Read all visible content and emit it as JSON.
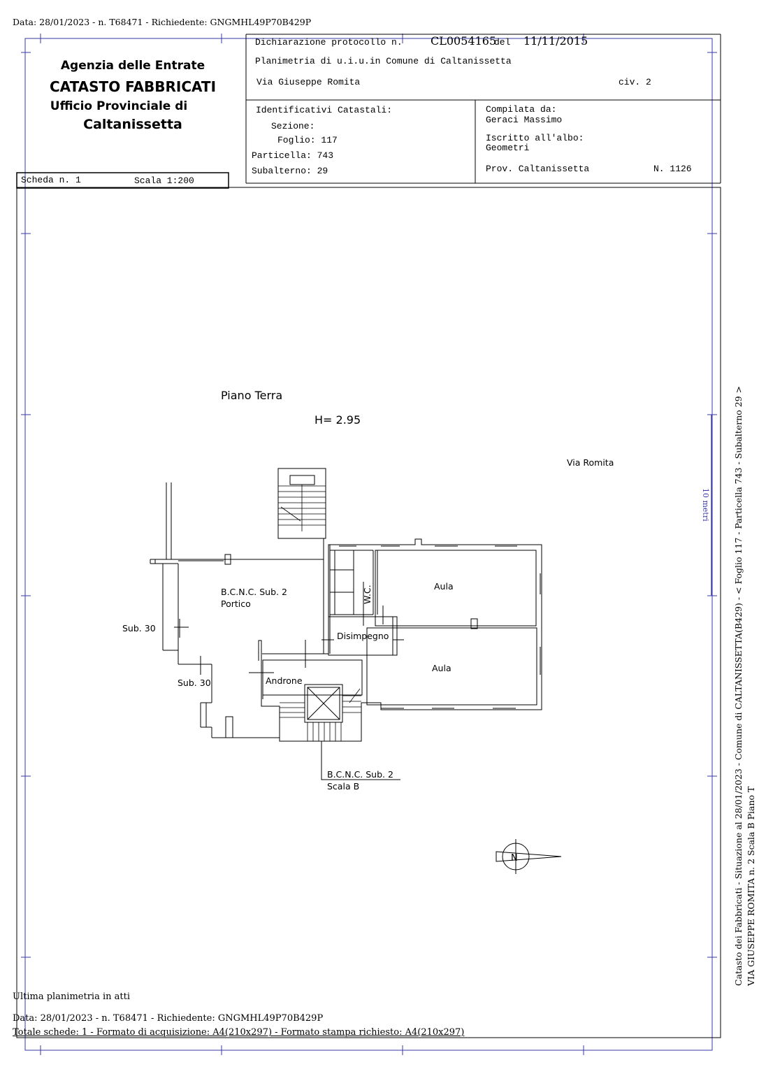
{
  "top_header": "Data: 28/01/2023 - n. T68471 - Richiedente: GNGMHL49P70B429P",
  "agency": {
    "line1": "Agenzia delle Entrate",
    "line2": "CATASTO FABBRICATI",
    "line3": "Ufficio Provinciale di",
    "line4": "Caltanissetta"
  },
  "scheda": {
    "label": "Scheda n. 1",
    "scale": "Scala 1:200"
  },
  "declaration": {
    "label": "Dichiarazione protocollo n.",
    "number": "CL0054165",
    "del": "del",
    "date": "11/11/2015",
    "planimetria": "Planimetria di u.i.u.in Comune di Caltanissetta",
    "address": "Via Giuseppe Romita",
    "civ": "civ. 2"
  },
  "identifiers": {
    "title": "Identificativi Catastali:",
    "sezione": "Sezione:",
    "foglio": "Foglio: 117",
    "particella": "Particella: 743",
    "subalterno": "Subalterno: 29"
  },
  "compiler": {
    "compilata_label": "Compilata da:",
    "name": "Geraci Massimo",
    "iscritto_label": "Iscritto all'albo:",
    "albo": "Geometri",
    "prov": "Prov. Caltanissetta",
    "number": "N. 1126"
  },
  "plan": {
    "floor": "Piano Terra",
    "height": "H= 2.95",
    "street": "Via Romita",
    "portico_line1": "B.C.N.C. Sub. 2",
    "portico_line2": "Portico",
    "sub30_a": "Sub. 30",
    "sub30_b": "Sub. 30",
    "wc": "W.C.",
    "aula1": "Aula",
    "aula2": "Aula",
    "disimpegno": "Disimpegno",
    "androne": "Androne",
    "scala_line1": "B.C.N.C. Sub. 2",
    "scala_line2": "Scala   B",
    "scale_bar": "10 metri"
  },
  "side_text": {
    "line1": "Catasto dei Fabbricati - Situazione al 28/01/2023 - Comune di CALTANISSETTA(B429) - < Foglio 117 - Particella  743 - Subalterno 29 >",
    "line2": "VIA GIUSEPPE ROMITA n. 2  Scala B Piano T"
  },
  "footer": {
    "ultima": "Ultima planimetria in atti",
    "data": "Data: 28/01/2023 - n. T68471 - Richiedente: GNGMHL49P70B429P",
    "totale": "Totale schede: 1 - Formato di acquisizione: A4(210x297)  - Formato stampa richiesto: A4(210x297)"
  },
  "colors": {
    "frame_blue": "#3a3aa8",
    "ink": "#000000"
  }
}
